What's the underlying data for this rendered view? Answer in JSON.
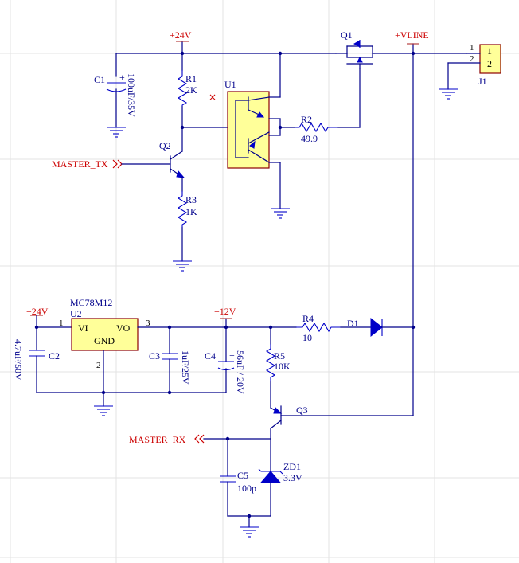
{
  "power_ports": {
    "p24_top": "+24V",
    "vline": "+VLINE",
    "p24_reg": "+24V",
    "p12": "+12V"
  },
  "net_labels": {
    "master_tx": "MASTER_TX",
    "master_rx": "MASTER_RX"
  },
  "components": {
    "c1": {
      "ref": "C1",
      "value": "100uF/35V"
    },
    "r1": {
      "ref": "R1",
      "value": "2K"
    },
    "u1": {
      "ref": "U1"
    },
    "q1": {
      "ref": "Q1"
    },
    "r2": {
      "ref": "R2",
      "value": "49.9"
    },
    "q2": {
      "ref": "Q2"
    },
    "r3": {
      "ref": "R3",
      "value": "1K"
    },
    "j1": {
      "ref": "J1",
      "pin1": "1",
      "pin2": "2"
    },
    "u2": {
      "ref": "U2",
      "part": "MC78M12",
      "pin_vi": "VI",
      "pin_vo": "VO",
      "pin_gnd": "GND",
      "num_in": "1",
      "num_out": "3",
      "num_gnd": "2"
    },
    "c2": {
      "ref": "C2",
      "value": "4.7uF/50V"
    },
    "c3": {
      "ref": "C3",
      "value": "1uF/25V"
    },
    "c4": {
      "ref": "C4",
      "value": "56uF / 20V"
    },
    "r4": {
      "ref": "R4",
      "value": "10"
    },
    "d1": {
      "ref": "D1"
    },
    "r5": {
      "ref": "R5",
      "value": "10K"
    },
    "q3": {
      "ref": "Q3"
    },
    "c5": {
      "ref": "C5",
      "value": "100p"
    },
    "zd1": {
      "ref": "ZD1",
      "value": "3.3V"
    }
  },
  "polarity_mark": "+"
}
